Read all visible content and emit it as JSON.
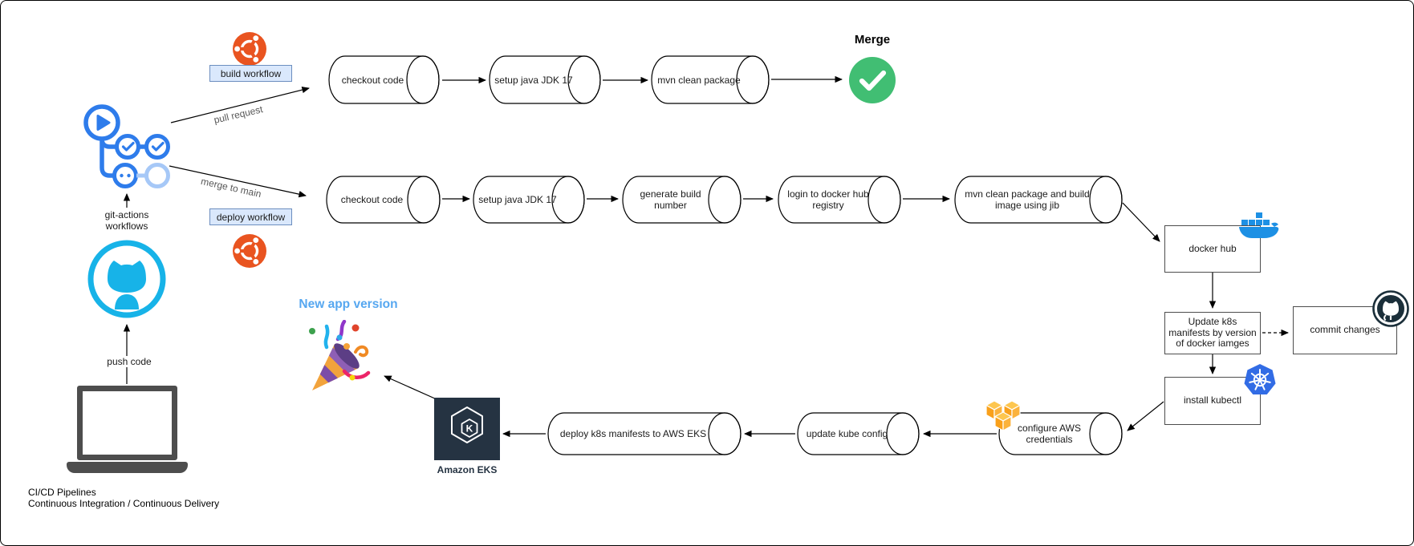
{
  "left": {
    "workflows_caption_line1": "git-actions",
    "workflows_caption_line2": "workflows",
    "push_code_label": "push code"
  },
  "edges": {
    "pull_request_label": "pull request",
    "merge_to_main_label": "merge to main"
  },
  "build": {
    "tag_label": "build workflow",
    "steps": [
      "checkout code",
      "setup java JDK 17",
      "mvn clean package"
    ],
    "merge_label": "Merge"
  },
  "deploy": {
    "tag_label": "deploy workflow",
    "steps": [
      "checkout code",
      "setup java JDK 17",
      "generate build number",
      "login to docker hub registry",
      "mvn clean package and build image using jib"
    ]
  },
  "pipeline": {
    "docker_hub": "docker hub",
    "update_manifests": "Update k8s manifests by version of docker iamges",
    "commit_changes": "commit changes",
    "install_kubectl": "install kubectl",
    "configure_aws": "configure AWS credentials",
    "update_kube_config": "update kube config",
    "deploy_eks": "deploy k8s manifests to AWS EKS",
    "eks_caption": "Amazon EKS",
    "new_app_version": "New app version"
  },
  "footer": {
    "line1": "CI/CD Pipelines",
    "line2": "Continuous Integration / Continuous Delivery"
  },
  "icons": {
    "github_actions": "workflow-branch-graph-icon",
    "github": "octocat-icon",
    "ubuntu": "ubuntu-circle-of-friends-icon",
    "merge_success": "green-check-icon",
    "docker": "docker-whale-icon",
    "kubernetes": "k8s-helm-wheel-icon",
    "aws": "aws-cubes-icon",
    "amazon_eks": "eks-hexagon-k-icon",
    "celebration": "party-popper-icon",
    "developer_machine": "laptop-icon"
  },
  "colors": {
    "actions_blue": "#2e7ceb",
    "actions_blue_faded": "#a6c8f7",
    "github_cyan": "#17b3e8",
    "ubuntu_orange": "#e95420",
    "success_green": "#41be73",
    "docker_blue": "#1d90e4",
    "kubernetes_blue": "#326ce5",
    "aws_orange": "#f9a01b",
    "eks_navy": "#253342",
    "tag_bg": "#dae8fc",
    "tag_border": "#6c8ebf",
    "new_app_blue": "#56a7f0"
  }
}
